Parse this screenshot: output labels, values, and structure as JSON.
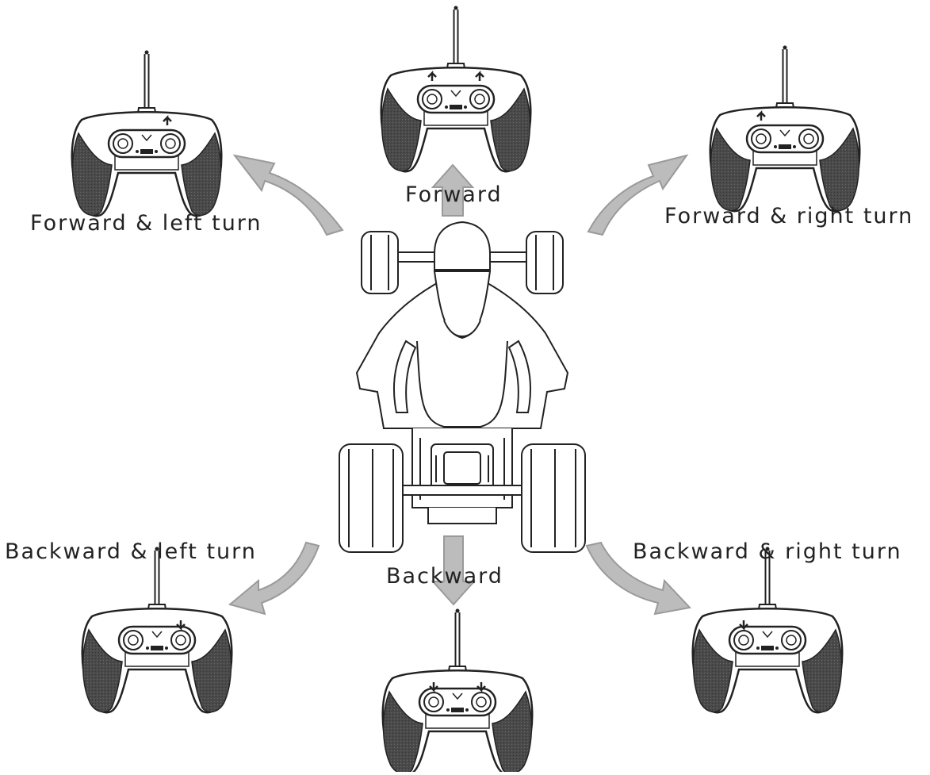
{
  "diagram": {
    "labels": {
      "forward": "Forward",
      "backward": "Backward",
      "forward_left": "Forward & left turn",
      "forward_right": "Forward & right turn",
      "backward_left": "Backward & left turn",
      "backward_right": "Backward & right turn"
    },
    "colors": {
      "ink": "#222222",
      "arrow_fill": "#bcbcbc",
      "arrow_stroke": "#9a9a9a",
      "grip_fill": "#4a4a4a"
    },
    "icons": {
      "vehicle": "rc-quad-bike",
      "controller": "rc-transmitter",
      "direction": "curved-arrow"
    }
  }
}
